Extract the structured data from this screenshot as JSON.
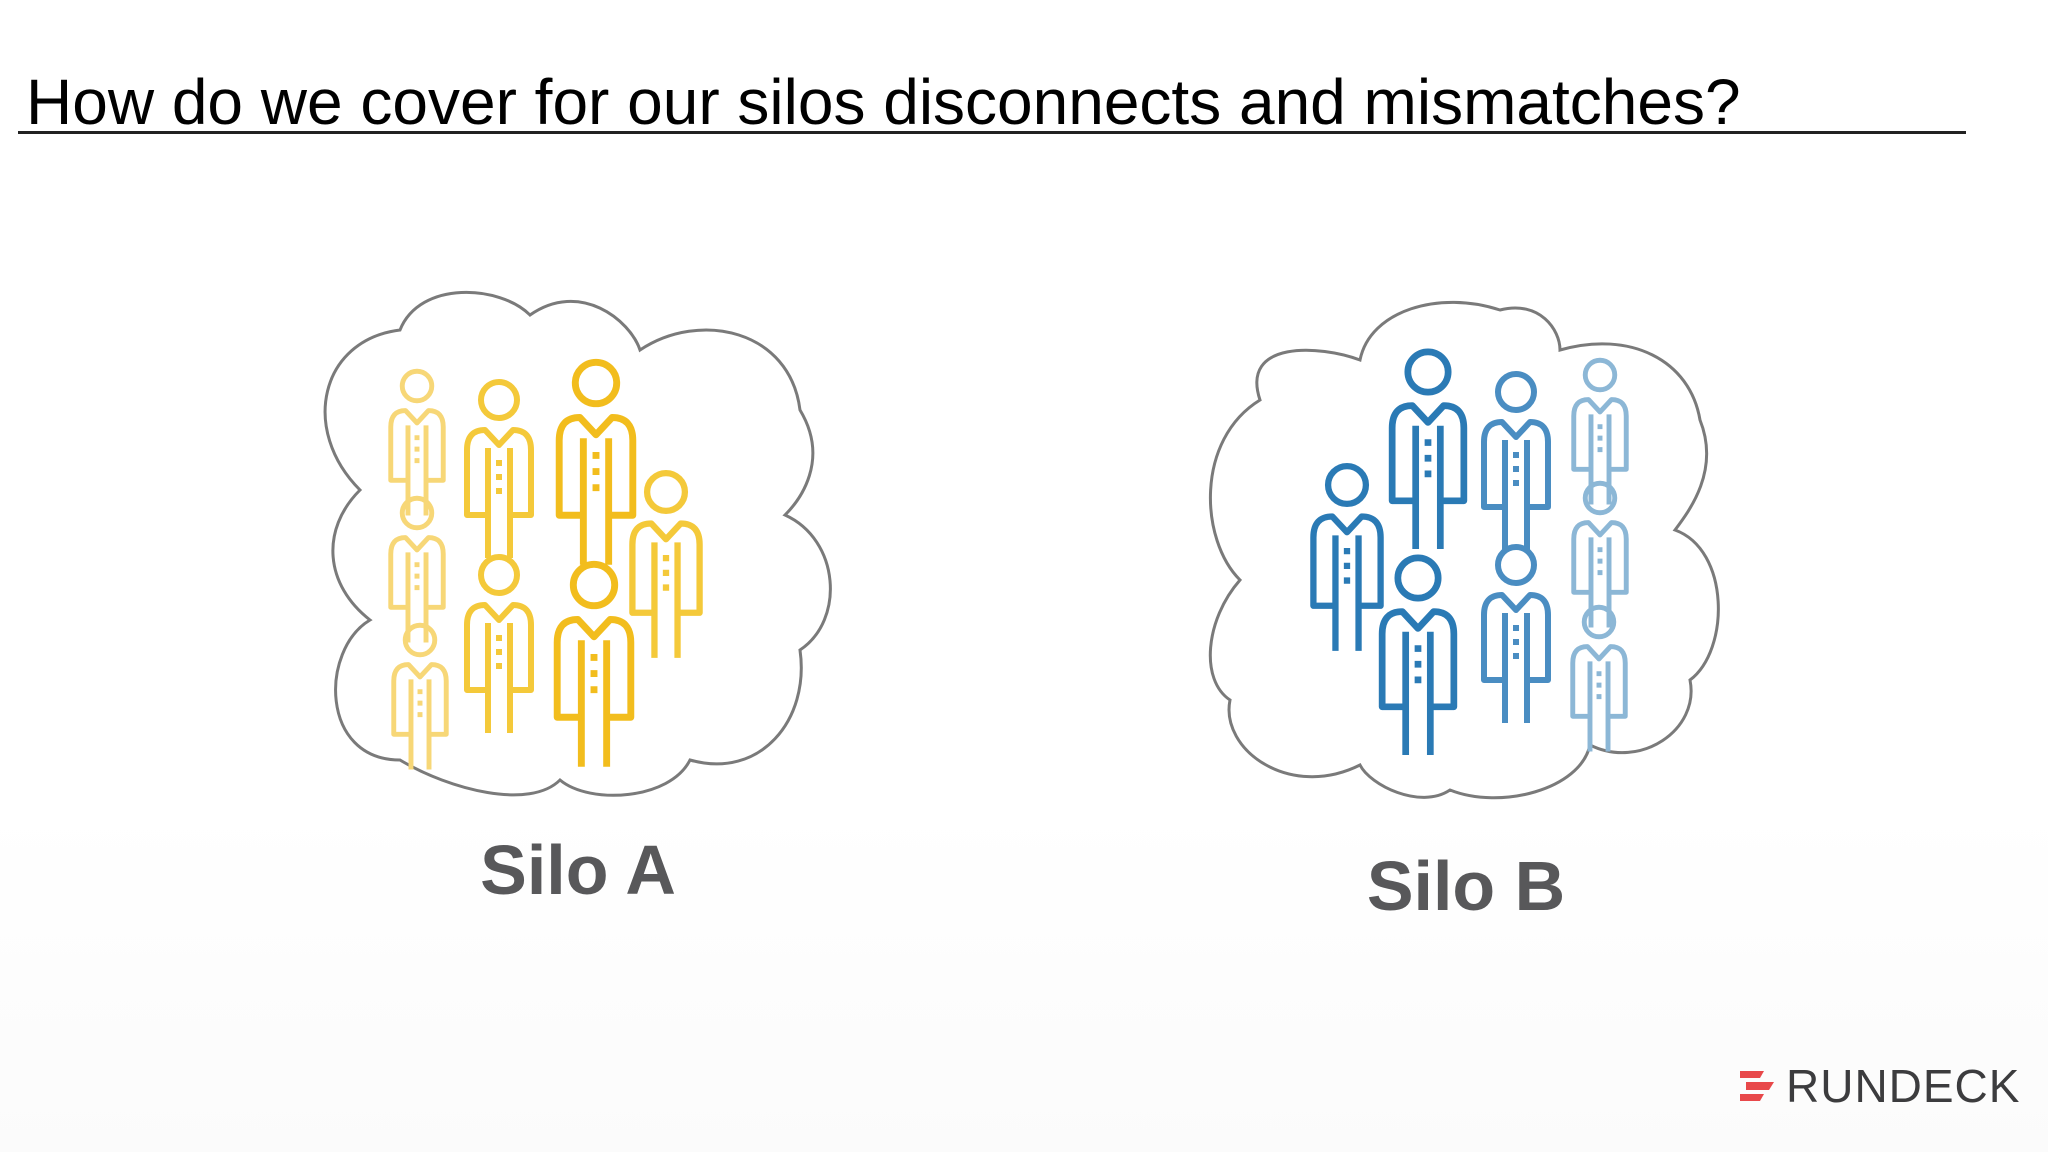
{
  "slide": {
    "title": "How do we cover for our silos disconnects and mismatches?"
  },
  "silos": [
    {
      "label": "Silo A",
      "people_color": "#f2bd1d",
      "people_color_light": "#f7d777",
      "cloud_outline_color": "#7a7a7a"
    },
    {
      "label": "Silo B",
      "people_color": "#2a7ab5",
      "people_color_light": "#8cb7d6",
      "cloud_outline_color": "#7a7a7a"
    }
  ],
  "logo": {
    "wordmark": "RUNDECK",
    "mark_color": "#e8484a"
  },
  "icons": [
    "cloud-outline",
    "person-icon"
  ]
}
